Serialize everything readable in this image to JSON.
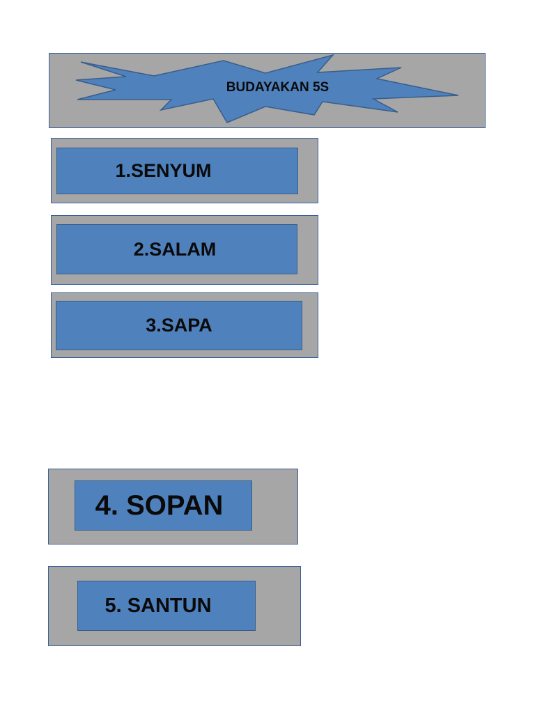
{
  "banner": {
    "title": "BUDAYAKAN 5S",
    "shape_icon": "explosion-star-shape",
    "colors": {
      "frame_fill": "#a6a6a6",
      "frame_border": "#3a5f9a",
      "star_fill": "#4f81bd",
      "star_border": "#385d8a"
    }
  },
  "items": [
    {
      "label": "1.SENYUM"
    },
    {
      "label": "2.SALAM"
    },
    {
      "label": "3.SAPA"
    },
    {
      "label": "4. SOPAN"
    },
    {
      "label": "5. SANTUN"
    }
  ],
  "colors": {
    "box_fill": "#a6a6a6",
    "label_fill": "#4f81bd",
    "label_border": "#385d8a",
    "text": "#0a0a0a"
  }
}
